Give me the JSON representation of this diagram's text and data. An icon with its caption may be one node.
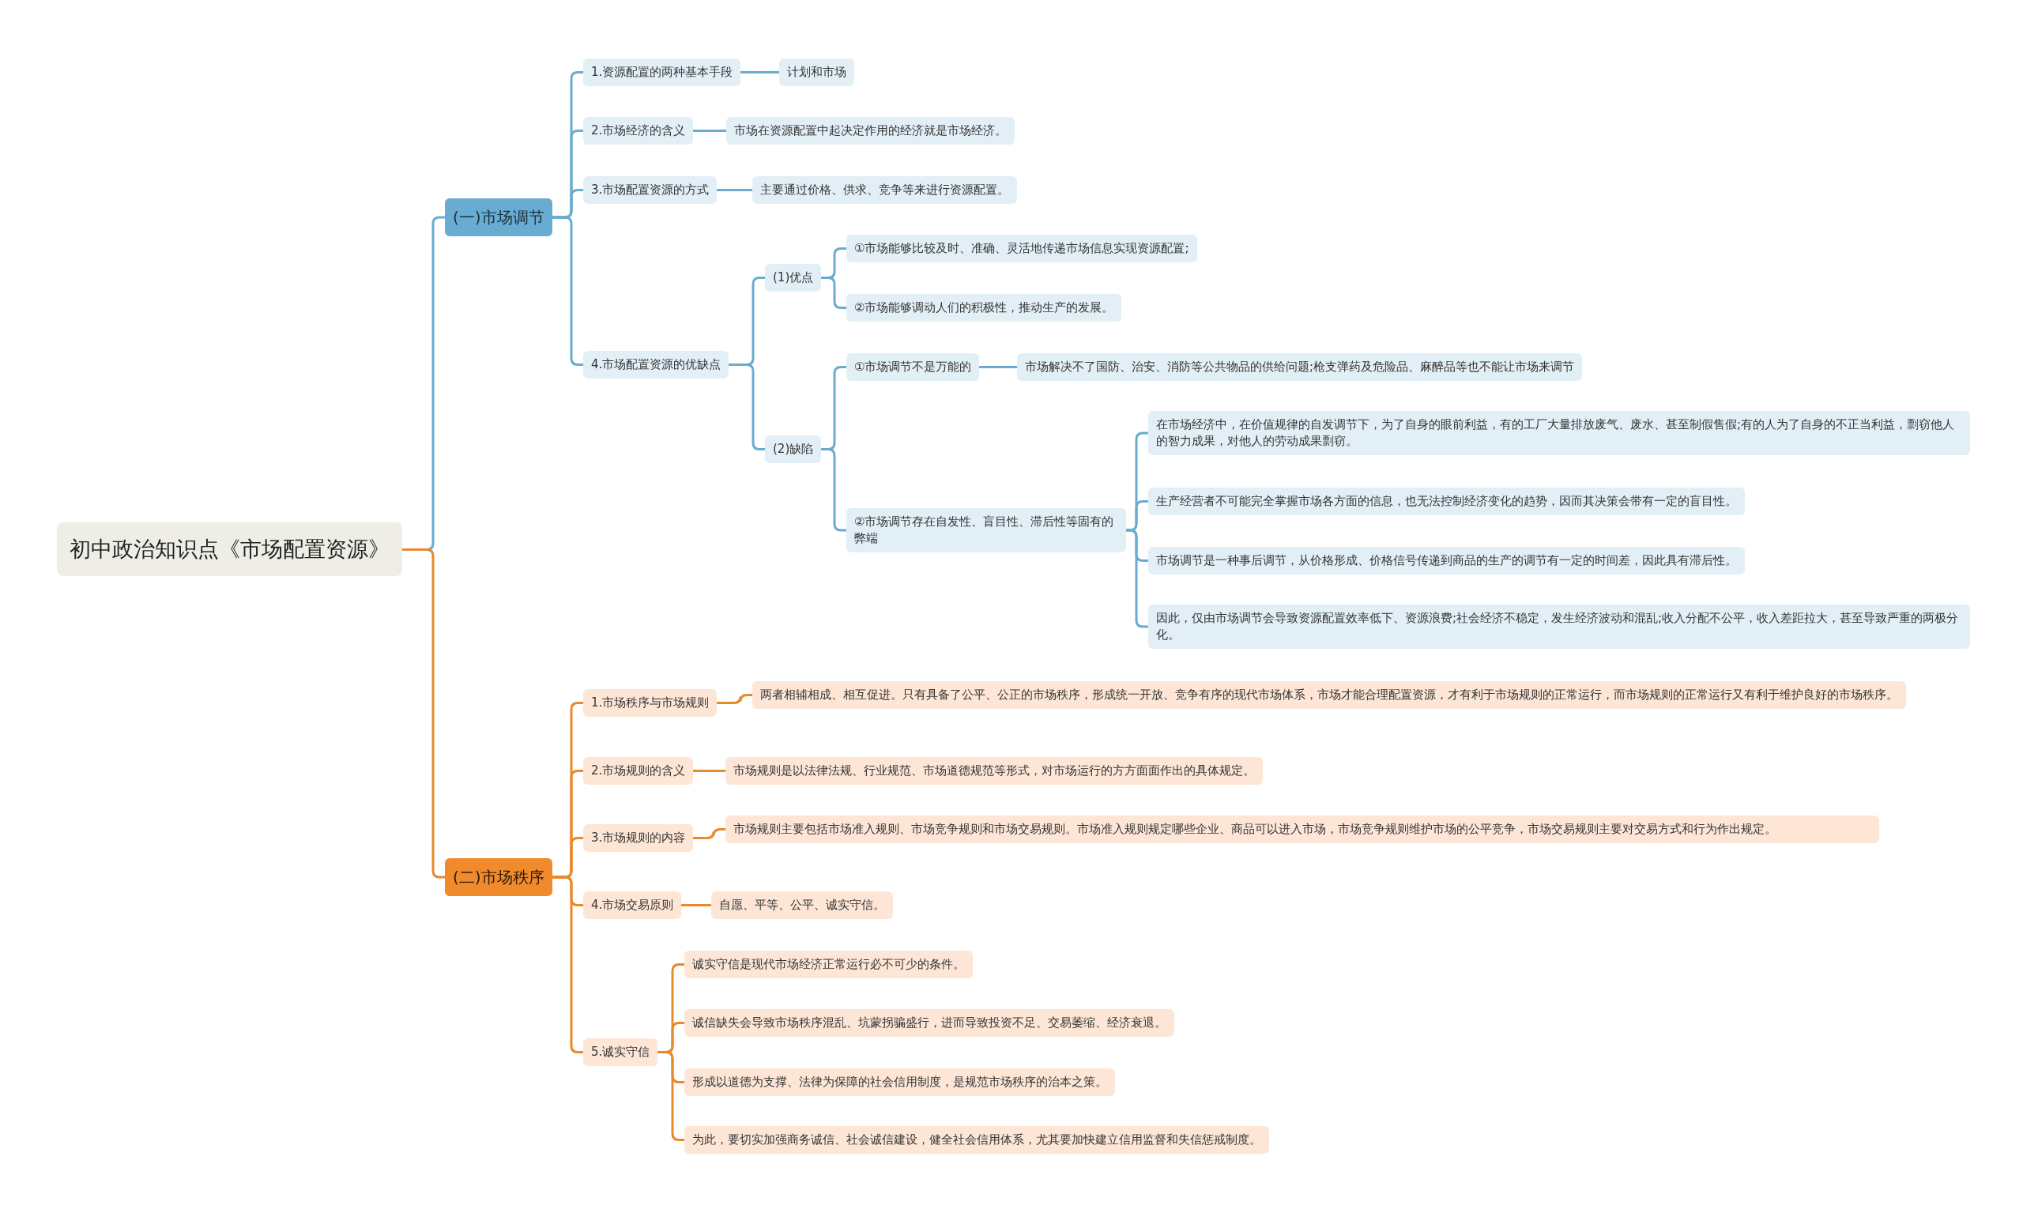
{
  "diagram": {
    "nodes": [
      {
        "text": [
          "初中政治知识点《市场配置资源》"
        ]
      },
      {
        "text": [
          "(一)市场调节"
        ]
      },
      {
        "text": [
          "1.资源配置的两种基本手段"
        ]
      },
      {
        "text": [
          "计划和市场"
        ]
      },
      {
        "text": [
          "2.市场经济的含义"
        ]
      },
      {
        "text": [
          "市场在资源配置中起决定作用的经济就是市场经济。"
        ]
      },
      {
        "text": [
          "3.市场配置资源的方式"
        ]
      },
      {
        "text": [
          "主要通过价格、供求、竞争等来进行资源配置。"
        ]
      },
      {
        "text": [
          "4.市场配置资源的优缺点"
        ]
      },
      {
        "text": [
          "(1)优点"
        ]
      },
      {
        "text": [
          "①市场能够比较及时、准确、灵活地传递市场信息实现资源配置;"
        ]
      },
      {
        "text": [
          "②市场能够调动人们的积极性，推动生产的发展。"
        ]
      },
      {
        "text": [
          "(2)缺陷"
        ]
      },
      {
        "text": [
          "①市场调节不是万能的"
        ]
      },
      {
        "text": [
          "市场解决不了国防、治安、消防等公共物品的供给问题;枪支弹药及危险品、麻醉品等也不能让市场来调节"
        ]
      },
      {
        "text": [
          "②市场调节存在自发性、盲目性、滞后性等固有的弊端"
        ]
      },
      {
        "text": [
          "在市场经济中，在价值规律的自发调节下，为了自身的眼前利益，有的工厂大量排放废气、废水、甚至制假售假;有的人为了自身的不正当利益，剽窃他人的智力成果，对他人的劳动成果剽窃。"
        ]
      },
      {
        "text": [
          "生产经营者不可能完全掌握市场各方面的信息，也无法控制经济变化的趋势，因而其决策会带有一定的盲目性。"
        ]
      },
      {
        "text": [
          "市场调节是一种事后调节，从价格形成、价格信号传递到商品的生产的调节有一定的时间差，因此具有滞后性。"
        ]
      },
      {
        "text": [
          "因此，仅由市场调节会导致资源配置效率低下、资源浪费;社会经济不稳定，发生经济波动和混乱;收入分配不公平，收入差距拉大，甚至导致严重的两极分化。"
        ]
      },
      {
        "text": [
          "(二)市场秩序"
        ]
      },
      {
        "text": [
          "1.市场秩序与市场规则"
        ]
      },
      {
        "text": [
          "两者相辅相成、相互促进。只有具备了公平、公正的市场秩序，形成统一开放、竞争有序的现代市场体系，市场才能合理配置资源，才有利于市场规则的正常运行，而市场规则的正常运行又有利于维护良好的市场秩序。"
        ]
      },
      {
        "text": [
          "2.市场规则的含义"
        ]
      },
      {
        "text": [
          "市场规则是以法律法规、行业规范、市场道德规范等形式，对市场运行的方方面面作出的具体规定。"
        ]
      },
      {
        "text": [
          "3.市场规则的内容"
        ]
      },
      {
        "text": [
          "市场规则主要包括市场准入规则、市场竞争规则和市场交易规则。市场准入规则规定哪些企业、商品可以进入市场，市场竞争规则维护市场的公平竞争，市场交易规则主要对交易方式和行为作出规定。"
        ]
      },
      {
        "text": [
          "4.市场交易原则"
        ]
      },
      {
        "text": [
          "自愿、平等、公平、诚实守信。"
        ]
      },
      {
        "text": [
          "5.诚实守信"
        ]
      },
      {
        "text": [
          "诚实守信是现代市场经济正常运行必不可少的条件。"
        ]
      },
      {
        "text": [
          "诚信缺失会导致市场秩序混乱、坑蒙拐骗盛行，进而导致投资不足、交易萎缩、经济衰退。"
        ]
      },
      {
        "text": [
          "形成以道德为支撑、法律为保障的社会信用制度，是规范市场秩序的治本之策。"
        ]
      },
      {
        "text": [
          "为此，要切实加强商务诚信、社会诚信建设，健全社会信用体系，尤其要加快建立信用监督和失信惩戒制度。"
        ]
      }
    ],
    "edges": [
      {
        "from": 0,
        "to": 1,
        "arrow": "none"
      },
      {
        "from": 1,
        "to": 2,
        "arrow": "none"
      },
      {
        "from": 2,
        "to": 3,
        "arrow": "none"
      },
      {
        "from": 1,
        "to": 4,
        "arrow": "none"
      },
      {
        "from": 4,
        "to": 5,
        "arrow": "none"
      },
      {
        "from": 1,
        "to": 6,
        "arrow": "none"
      },
      {
        "from": 6,
        "to": 7,
        "arrow": "none"
      },
      {
        "from": 1,
        "to": 8,
        "arrow": "none"
      },
      {
        "from": 8,
        "to": 9,
        "arrow": "none"
      },
      {
        "from": 9,
        "to": 10,
        "arrow": "none"
      },
      {
        "from": 9,
        "to": 11,
        "arrow": "none"
      },
      {
        "from": 8,
        "to": 12,
        "arrow": "none"
      },
      {
        "from": 12,
        "to": 13,
        "arrow": "none"
      },
      {
        "from": 13,
        "to": 14,
        "arrow": "none"
      },
      {
        "from": 12,
        "to": 15,
        "arrow": "none"
      },
      {
        "from": 15,
        "to": 16,
        "arrow": "none"
      },
      {
        "from": 15,
        "to": 17,
        "arrow": "none"
      },
      {
        "from": 15,
        "to": 18,
        "arrow": "none"
      },
      {
        "from": 15,
        "to": 19,
        "arrow": "none"
      },
      {
        "from": 0,
        "to": 20,
        "arrow": "none",
        "color": "#e8892b"
      },
      {
        "from": 20,
        "to": 21,
        "arrow": "none",
        "color": "#e8892b"
      },
      {
        "from": 21,
        "to": 22,
        "arrow": "none",
        "color": "#e8892b"
      },
      {
        "from": 20,
        "to": 23,
        "arrow": "none",
        "color": "#e8892b"
      },
      {
        "from": 23,
        "to": 24,
        "arrow": "none",
        "color": "#e8892b"
      },
      {
        "from": 20,
        "to": 25,
        "arrow": "none",
        "color": "#e8892b"
      },
      {
        "from": 25,
        "to": 26,
        "arrow": "none",
        "color": "#e8892b"
      },
      {
        "from": 20,
        "to": 27,
        "arrow": "none",
        "color": "#e8892b"
      },
      {
        "from": 27,
        "to": 28,
        "arrow": "none",
        "color": "#e8892b"
      },
      {
        "from": 20,
        "to": 29,
        "arrow": "none",
        "color": "#e8892b"
      },
      {
        "from": 29,
        "to": 30,
        "arrow": "none",
        "color": "#e8892b"
      },
      {
        "from": 29,
        "to": 31,
        "arrow": "none",
        "color": "#e8892b"
      },
      {
        "from": 29,
        "to": 32,
        "arrow": "none",
        "color": "#e8892b"
      },
      {
        "from": 29,
        "to": 33,
        "arrow": "none",
        "color": "#e8892b"
      }
    ]
  }
}
